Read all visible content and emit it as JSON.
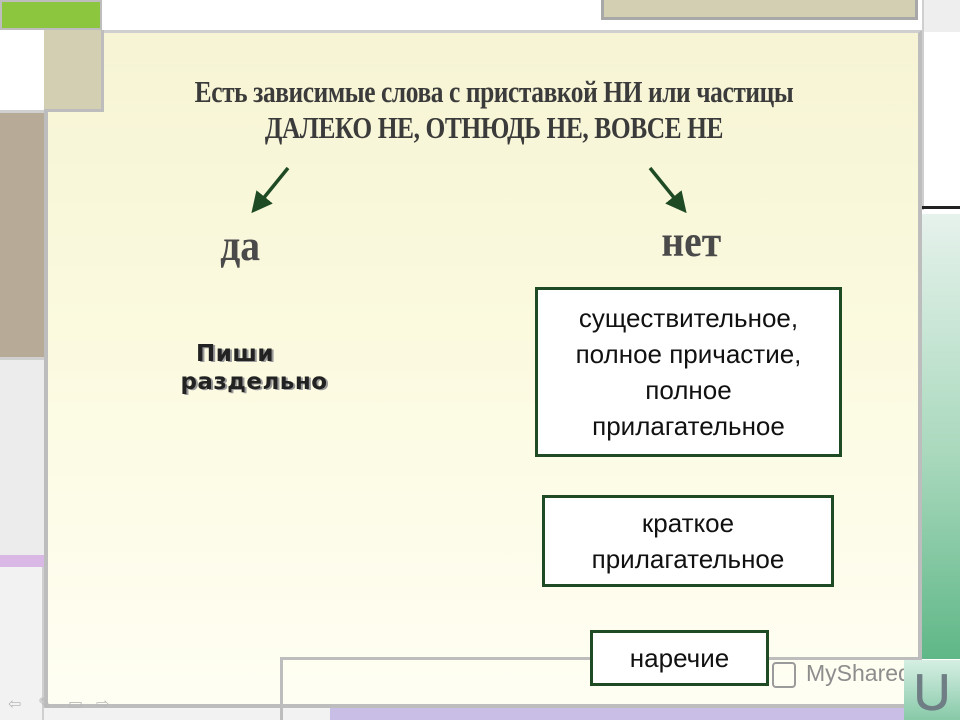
{
  "slide": {
    "title_line1": "Есть зависимые слова с приставкой НИ или частицы",
    "title_line2": "ДАЛЕКО НЕ, ОТНЮДЬ НЕ, ВОВСЕ НЕ",
    "yes_label": "да",
    "no_label": "нет",
    "write_separately_line1": "Пиши",
    "write_separately_line2": "раздельно",
    "box_noun": {
      "line1": "существительное,",
      "line2": "полное причастие,",
      "line3": "полное",
      "line4": "прилагательное"
    },
    "box_short_adj": {
      "line1": "краткое",
      "line2": "прилагательное"
    },
    "box_adverb": "наречие",
    "arrow_color": "#1e4a24",
    "box_border_color": "#1e4a24"
  },
  "watermark": {
    "text": "MyShared"
  },
  "nav": {
    "icons": [
      "back-icon",
      "pen-icon",
      "menu-icon",
      "forward-icon"
    ]
  }
}
